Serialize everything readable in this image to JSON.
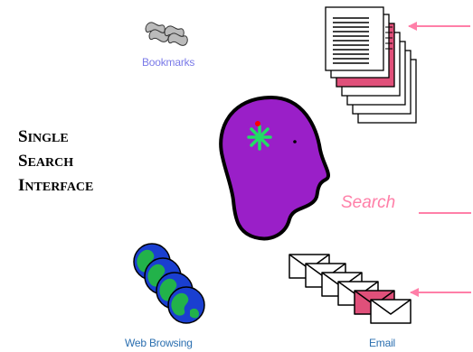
{
  "title_lines": [
    {
      "initial": "S",
      "rest": "INGLE"
    },
    {
      "initial": "S",
      "rest": "EARCH"
    },
    {
      "initial": "I",
      "rest": "NTERFACE"
    }
  ],
  "labels": {
    "bookmarks": "Bookmarks",
    "search": "Search",
    "web_browsing": "Web Browsing",
    "email": "Email"
  },
  "icons": {
    "bookmarks": "bookmarks-icon",
    "documents": "document-stack-icon",
    "head": "head-icon",
    "globes": "globe-stack-icon",
    "envelopes": "envelope-stack-icon"
  },
  "colors": {
    "head_fill": "#9a1fc8",
    "head_spark": "#22dd66",
    "head_dot": "#ff0000",
    "pink_accent": "#ff7fa8",
    "highlight_page": "#e0507a",
    "globe_ocean": "#1a3fd0",
    "globe_land": "#22b24a",
    "bookmarks_label": "#7a7ae8",
    "caption_label": "#2b6fb0"
  }
}
